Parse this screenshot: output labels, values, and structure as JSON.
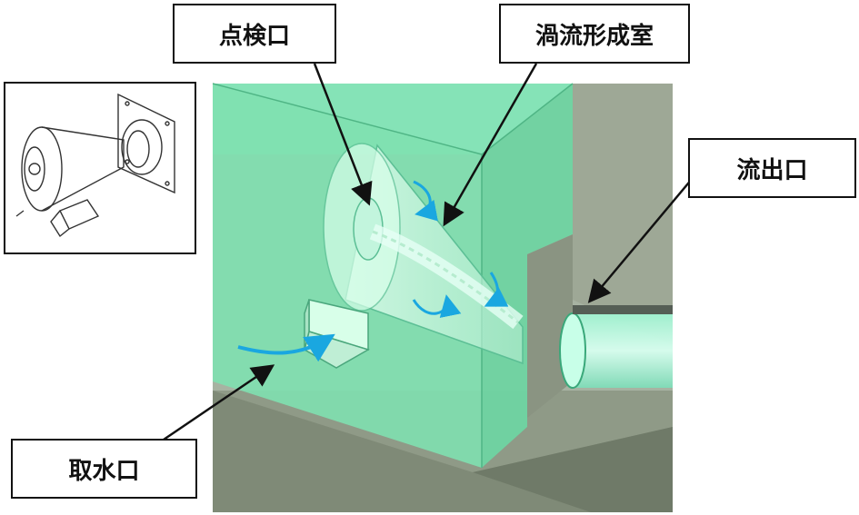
{
  "labels": {
    "inspection_port": "点検口",
    "vortex_chamber": "渦流形成室",
    "outlet": "流出口",
    "intake": "取水口"
  },
  "colors": {
    "tank_green": "#7fe0b0",
    "arrow_blue": "#1aa7e0",
    "wall_gray": "#9aa395"
  }
}
